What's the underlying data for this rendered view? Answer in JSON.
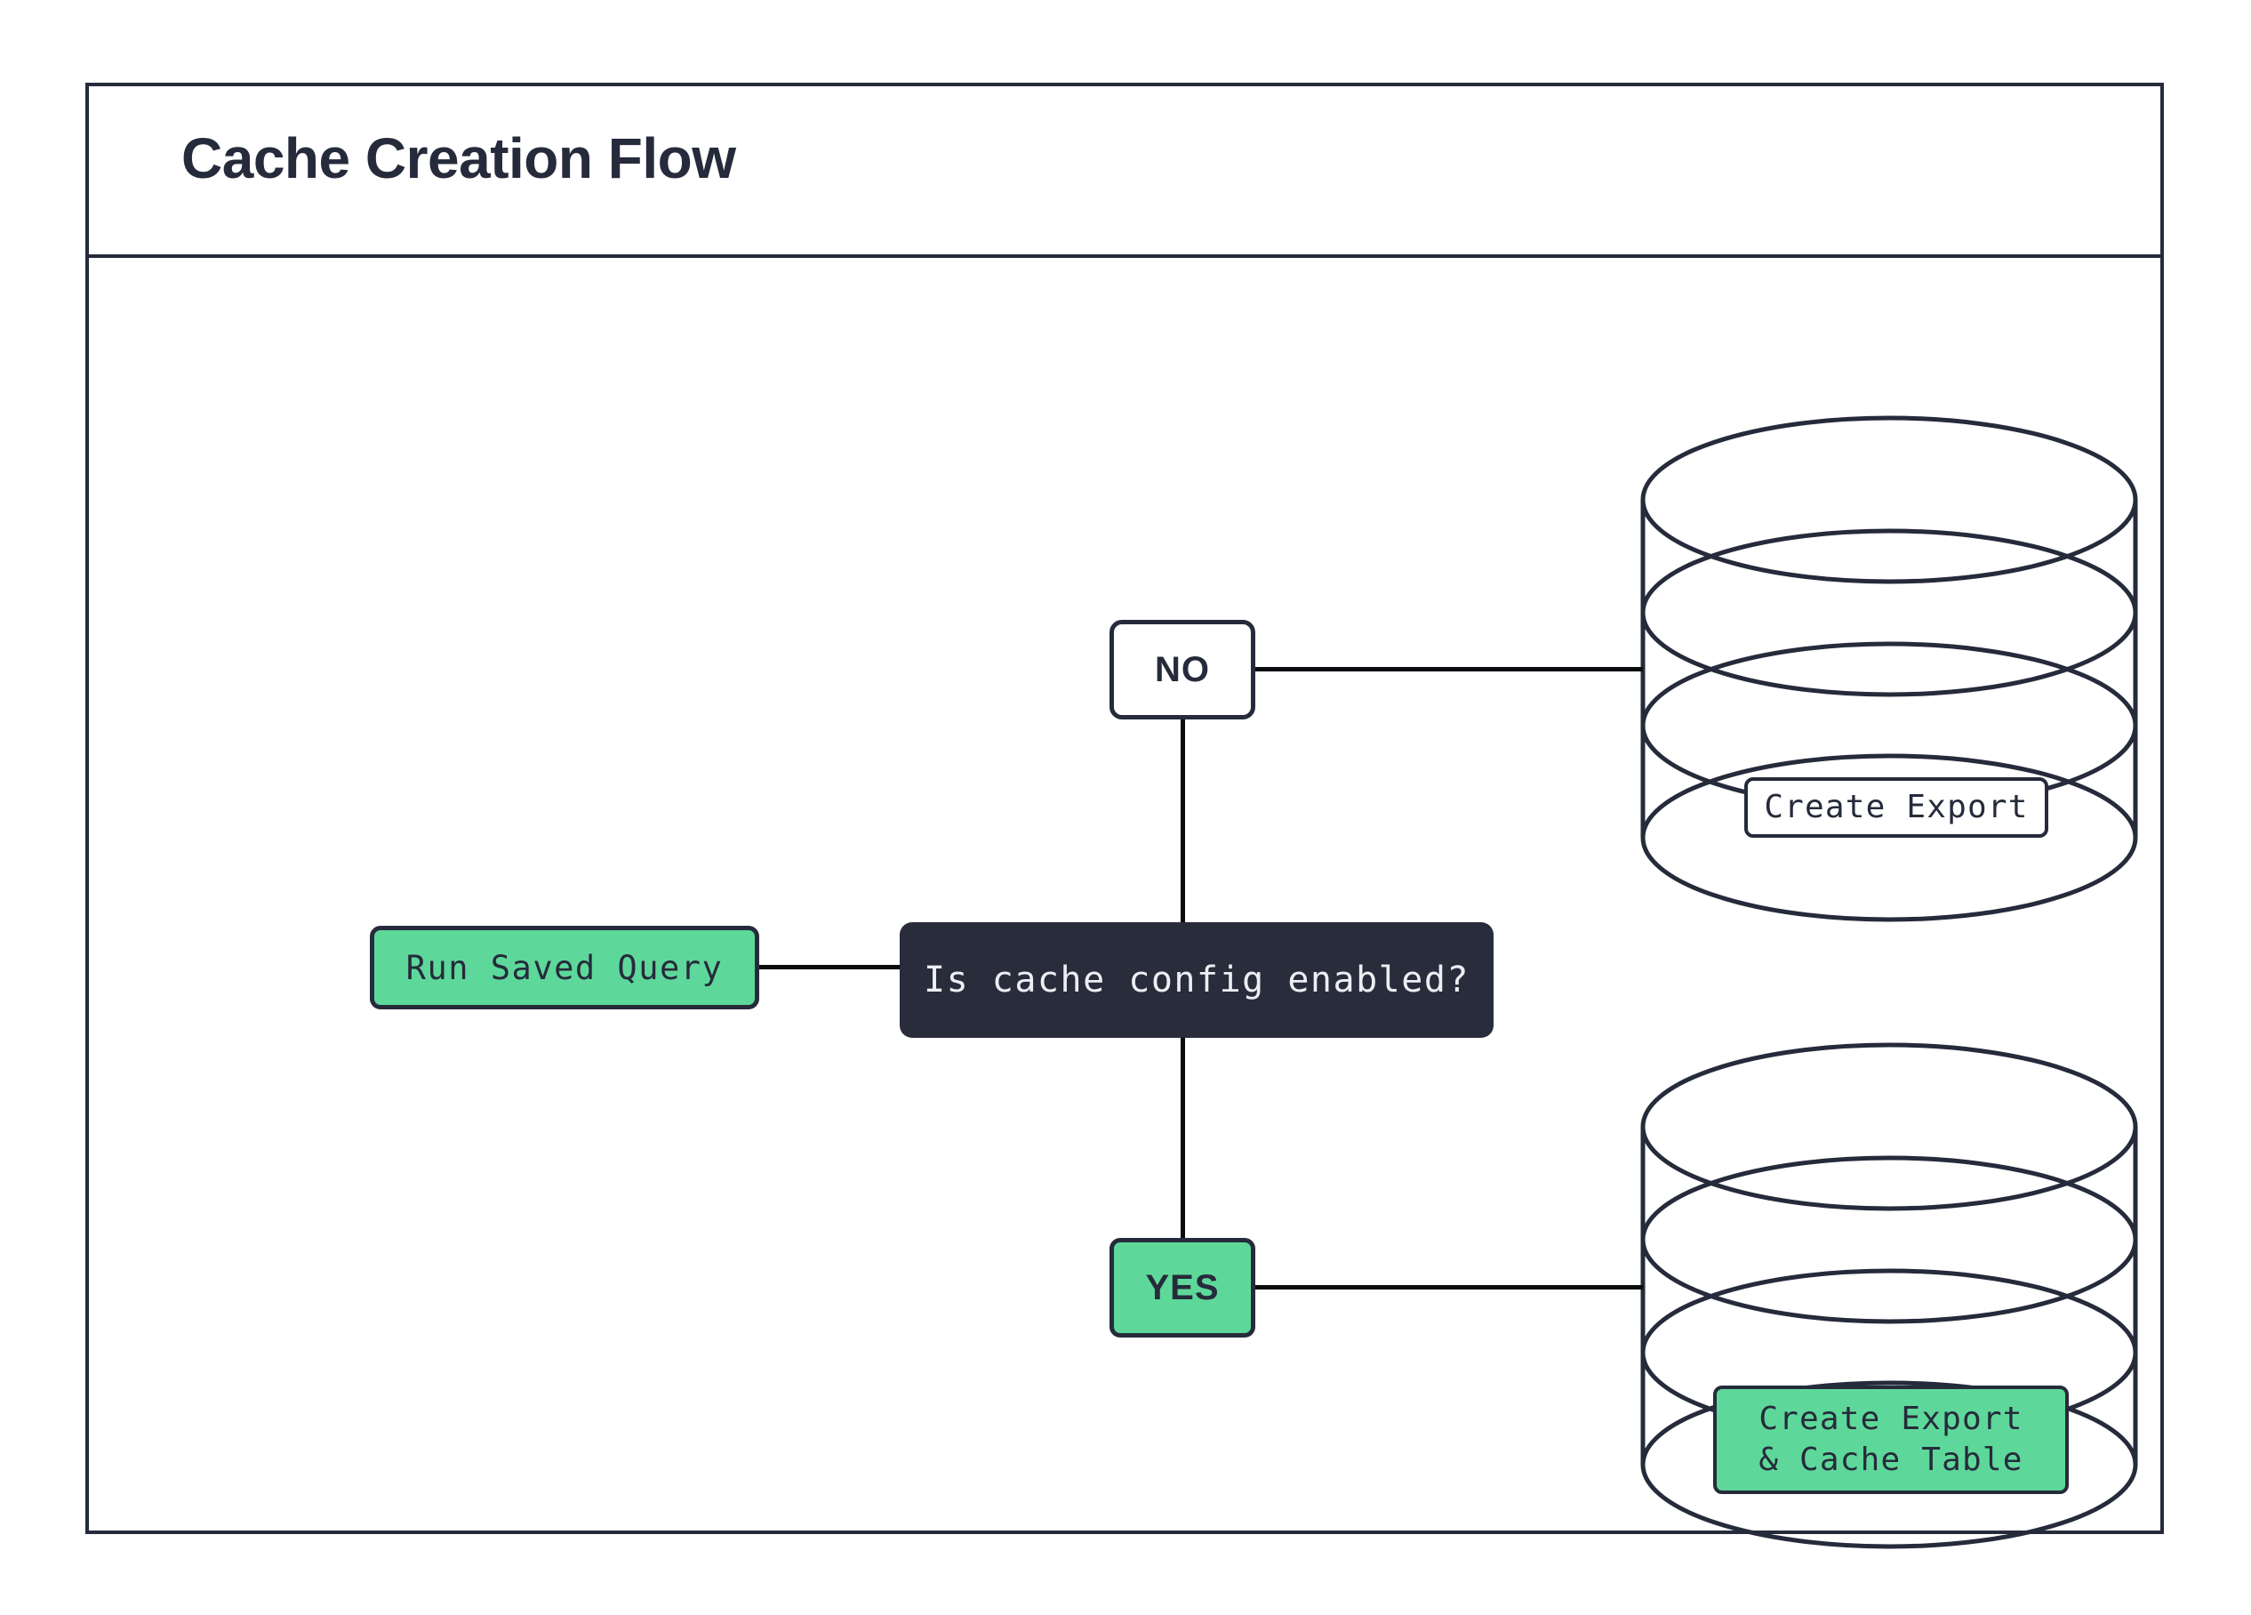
{
  "diagram": {
    "title": "Cache Creation Flow",
    "type": "flowchart",
    "colors": {
      "ink": "#262b3b",
      "accent_green": "#5ed89a",
      "decision_fill": "#282c3b",
      "decision_text": "#eceef3",
      "surface": "#ffffff",
      "edge": "#0b0c10"
    },
    "nodes": {
      "run_saved_query": {
        "label": "Run Saved Query",
        "shape": "rounded-rect",
        "fill": "green"
      },
      "decision": {
        "label": "Is cache config enabled?",
        "shape": "rounded-rect",
        "fill": "dark"
      },
      "branch_no": {
        "label": "NO",
        "shape": "rounded-rect",
        "fill": "white"
      },
      "branch_yes": {
        "label": "YES",
        "shape": "rounded-rect",
        "fill": "green"
      },
      "export_store": {
        "label": "Create Export",
        "shape": "cylinder",
        "fill": "white"
      },
      "export_cache_store": {
        "label_line1": "Create Export",
        "label_line2": "& Cache Table",
        "shape": "cylinder",
        "fill": "green"
      }
    },
    "edges": [
      {
        "from": "run_saved_query",
        "to": "decision",
        "label": ""
      },
      {
        "from": "decision",
        "to": "branch_no",
        "label": ""
      },
      {
        "from": "decision",
        "to": "branch_yes",
        "label": ""
      },
      {
        "from": "branch_no",
        "to": "export_store",
        "label": ""
      },
      {
        "from": "branch_yes",
        "to": "export_cache_store",
        "label": ""
      }
    ]
  }
}
